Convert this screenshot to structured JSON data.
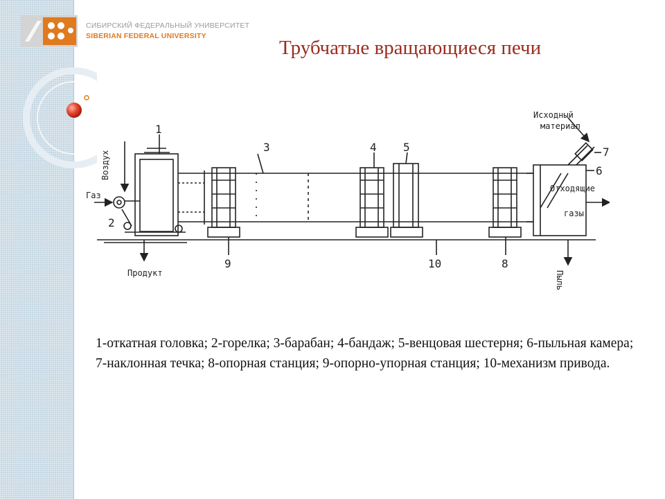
{
  "header": {
    "university_ru": "СИБИРСКИЙ ФЕДЕРАЛЬНЫЙ УНИВЕРСИТЕТ",
    "university_en": "SIBERIAN FEDERAL UNIVERSITY"
  },
  "slide": {
    "title": "Трубчатые вращающиеся печи",
    "caption": "1-откатная головка; 2-горелка; 3-барабан; 4-бандаж; 5-венцовая шестерня; 6-пыльная камера; 7-наклонная течка; 8-опорная станция; 9-опорно-упорная станция; 10-механизм привода."
  },
  "diagram": {
    "numbers": [
      "1",
      "2",
      "3",
      "4",
      "5",
      "6",
      "7",
      "8",
      "9",
      "10"
    ],
    "labels": {
      "air": "Воздух",
      "gas": "Газ",
      "product": "Продукт",
      "raw_material_line1": "Исходный",
      "raw_material_line2": "материал",
      "exhaust_line1": "Отходящие",
      "exhaust_line2": "газы",
      "dust": "Пыль"
    }
  },
  "colors": {
    "title": "#9b2d1f",
    "logo": "#e07a1e",
    "sidebar": "#c4d6e2",
    "ball": "#e8442e"
  }
}
